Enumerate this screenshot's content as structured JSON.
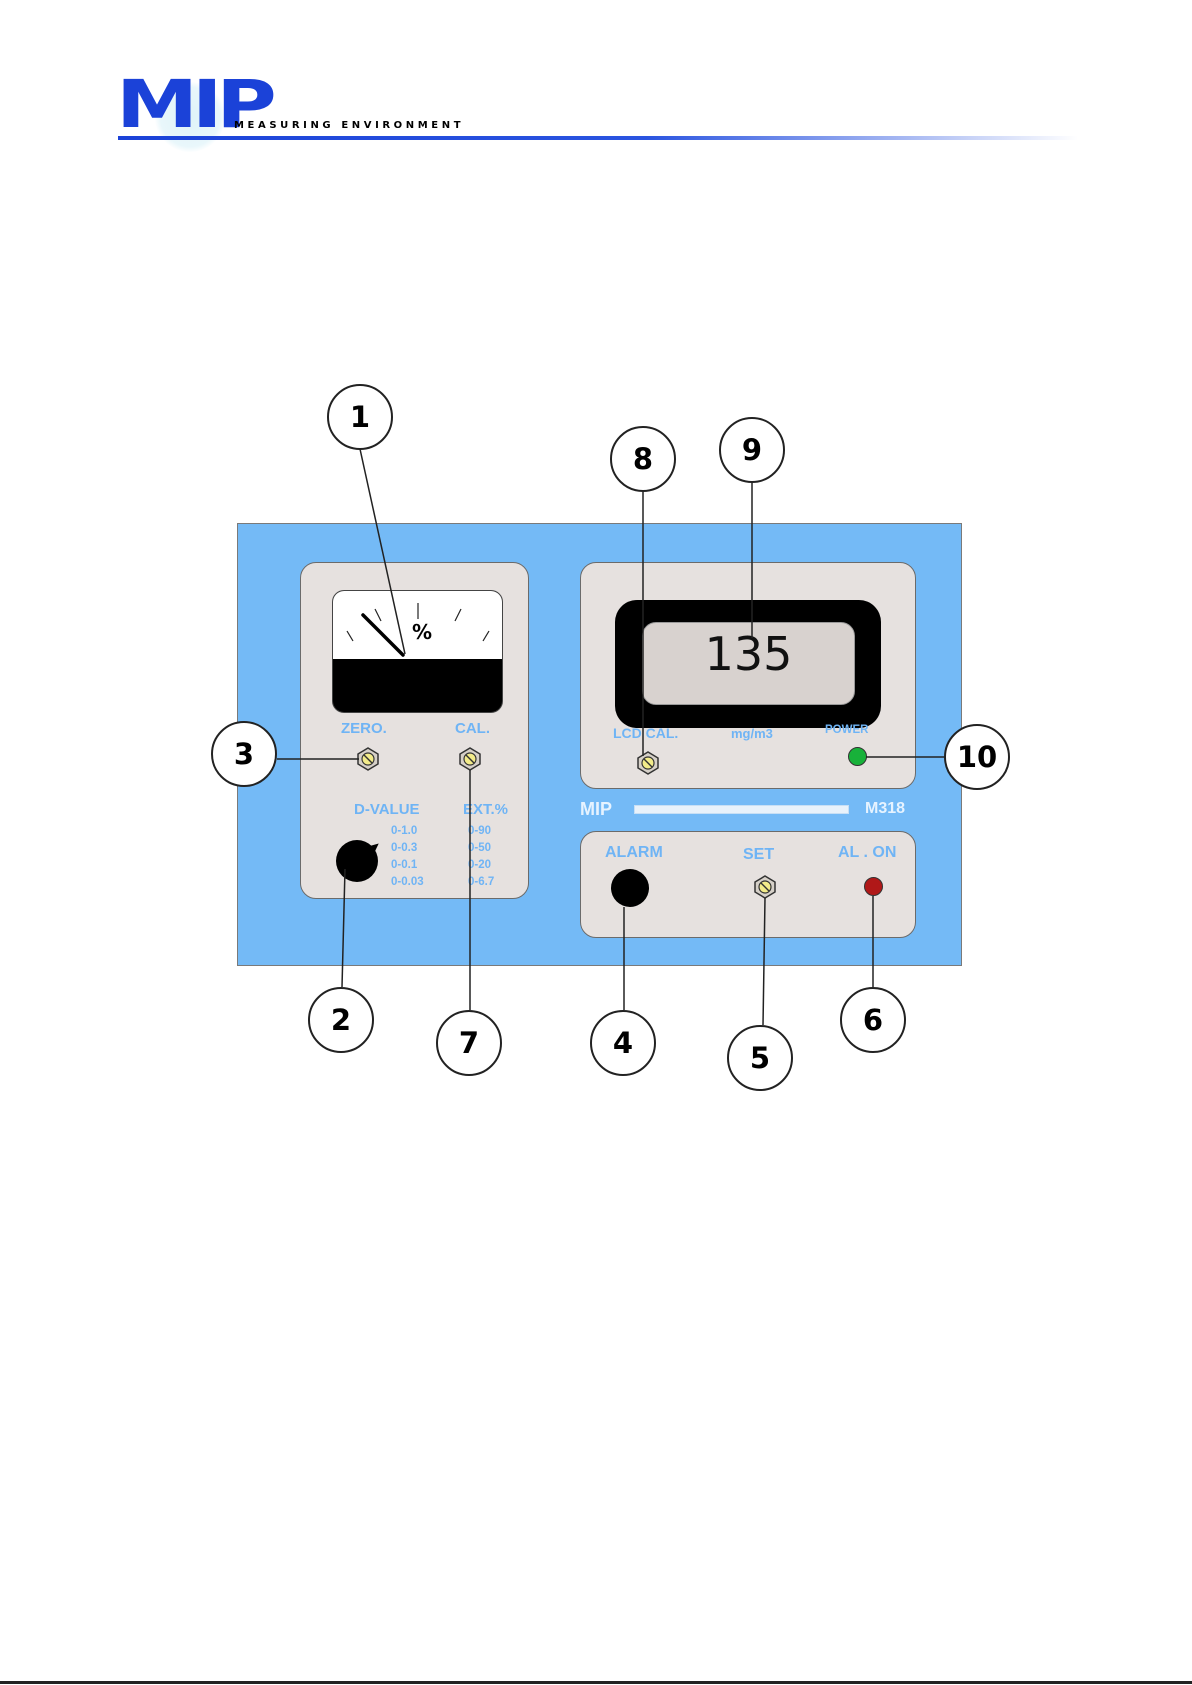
{
  "logo": {
    "mark": "MIP",
    "tagline": "MEASURING ENVIRONMENT",
    "color": "#1b42d8"
  },
  "device": {
    "body_color": "#74baf6",
    "panel_color": "#e6e1df",
    "label_color": "#6fb4f5",
    "brand": "MIP",
    "model": "M318",
    "meter": {
      "unit": "%"
    },
    "zero_label": "ZERO.",
    "cal_label": "CAL.",
    "dvalue": {
      "label": "D-VALUE",
      "ranges": [
        "0-1.0",
        "0-0.3",
        "0-0.1",
        "0-0.03"
      ]
    },
    "ext": {
      "label": "EXT.%",
      "ranges": [
        "0-90",
        "0-50",
        "0-20",
        "0-6.7"
      ]
    },
    "display": {
      "value": "135",
      "lcd_cal_label": "LCD CAL.",
      "unit_label": "mg/m3",
      "power_label": "POWER",
      "power_led_color": "#18b13a"
    },
    "alarm": {
      "alarm_label": "ALARM",
      "set_label": "SET",
      "al_on_label": "AL . ON",
      "al_on_led_color": "#b01818"
    }
  },
  "callouts": {
    "c1": "1",
    "c2": "2",
    "c3": "3",
    "c4": "4",
    "c5": "5",
    "c6": "6",
    "c7": "7",
    "c8": "8",
    "c9": "9",
    "c10": "10"
  }
}
